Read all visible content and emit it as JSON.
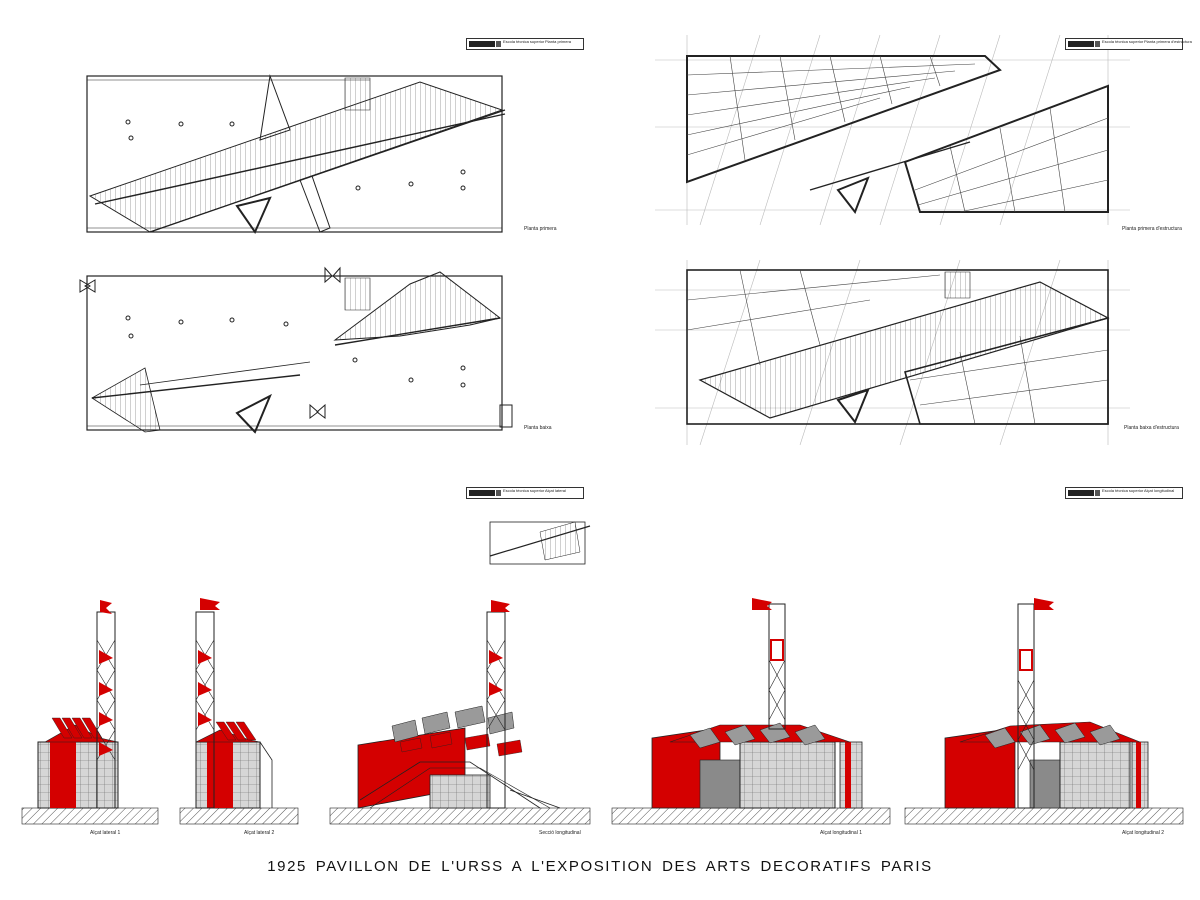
{
  "sheet": {
    "title": "1925 PAVILLON DE L'URSS A L'EXPOSITION DES ARTS DECORATIFS PARIS",
    "colors": {
      "accent": "#d40000",
      "line": "#222222",
      "grid": "#bbbbbb",
      "glass": "#cfcfcf",
      "steel": "#8a8a8a"
    }
  },
  "plans": {
    "first_floor": {
      "label": "Planta primera"
    },
    "ground_floor": {
      "label": "Planta baixa"
    },
    "first_floor_structure": {
      "label": "Planta primera d'estructura"
    },
    "ground_floor_structure": {
      "label": "Planta baixa d'estructura"
    }
  },
  "elevations": {
    "side_1": {
      "label": "Alçat lateral 1"
    },
    "side_2": {
      "label": "Alçat lateral 2"
    },
    "long_section": {
      "label": "Secció longitudinal"
    },
    "long_1": {
      "label": "Alçat longitudinal 1"
    },
    "long_2": {
      "label": "Alçat longitudinal 2"
    }
  },
  "title_blocks": [
    {
      "line1": "Escola tècnica superior",
      "line2": "Planta primera"
    },
    {
      "line1": "Escola tècnica superior",
      "line2": "Planta primera d'estructura"
    },
    {
      "line1": "Escola tècnica superior",
      "line2": "Alçat lateral"
    },
    {
      "line1": "Escola tècnica superior",
      "line2": "Alçat longitudinal"
    }
  ]
}
